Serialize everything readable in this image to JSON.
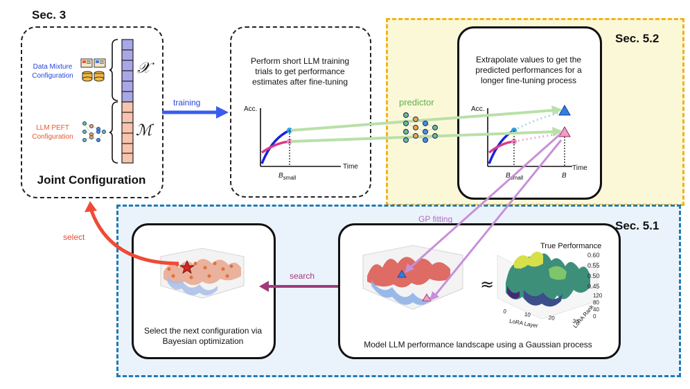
{
  "sections": {
    "sec3": "Sec. 3",
    "sec52": "Sec. 5.2",
    "sec51": "Sec. 5.1"
  },
  "joint": {
    "data_mixture": [
      "Data Mixture",
      "Configuration"
    ],
    "llm_peft": [
      "LLM PEFT",
      "Configuration"
    ],
    "x_symbol": "𝒳",
    "m_symbol": "ℳ",
    "title": "Joint Configuration"
  },
  "arrows": {
    "training": "training",
    "predictor": "predictor",
    "gp_fitting": "GP fitting",
    "search": "search",
    "select": "select",
    "approx": "≈"
  },
  "trials": {
    "caption": [
      "Perform short LLM training",
      "trials to get performance",
      "estimates after fine-tuning"
    ],
    "y_axis": "Acc.",
    "x_axis": "Time",
    "b_small": "B",
    "b_small_sub": "small"
  },
  "extrapolate": {
    "caption": [
      "Extrapolate values to get the",
      "predicted performances for a",
      "longer fine-tuning process"
    ],
    "y_axis": "Acc.",
    "x_axis": "Time",
    "b_small": "B",
    "b_small_sub": "small",
    "b_label": "B"
  },
  "bayes": {
    "caption": [
      "Select the next configuration via",
      "Bayesian optimization"
    ]
  },
  "gp": {
    "caption": "Model LLM performance landscape using a Gaussian process",
    "true_title": "True Performance",
    "zticks": [
      "0.60",
      "0.55",
      "0.50",
      "0.45"
    ],
    "y_ticks": [
      "120",
      "80",
      "40",
      "0"
    ],
    "x_ticks": [
      "0",
      "10",
      "20",
      "30"
    ],
    "x_label": "LoRA Layer",
    "y_label": "LoRA Rank"
  },
  "colors": {
    "blue_arrow": "#3a5bf0",
    "red_arrow": "#ef4a35",
    "purple_arrow": "#a03a7c",
    "green_arrow": "#b9e0a8",
    "lilac_arrow": "#c88fd8",
    "blue_curve": "#1a22d9",
    "pink_curve": "#d93a86",
    "yellow_panel": "#fbf8d8",
    "yellow_border": "#f0b31a",
    "blue_panel": "#eaf3fb",
    "blue_border": "#1f7ab5"
  }
}
